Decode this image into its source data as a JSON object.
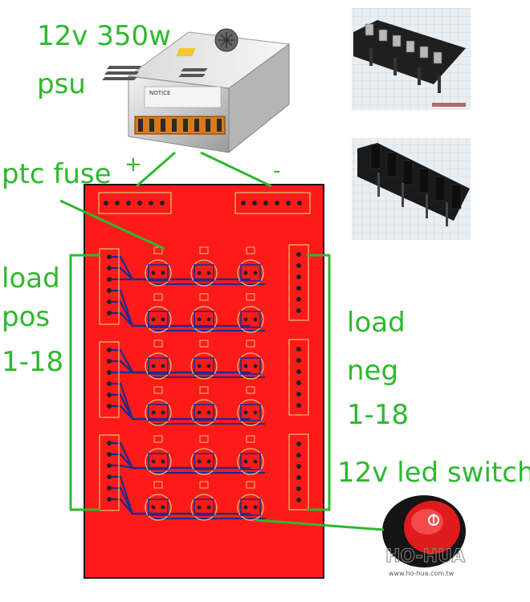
{
  "labels": {
    "psu_title": "12v 350w",
    "psu_sub": "psu",
    "plus": "+",
    "minus": "-",
    "ptc": "ptc fuse",
    "load_pos_1": "load",
    "load_pos_2": "pos",
    "load_pos_3": "1-18",
    "load_neg_1": "load",
    "load_neg_2": "neg",
    "load_neg_3": "1-18",
    "switch": "12v led switch"
  },
  "photos": {
    "psu_notice": "NOTICE",
    "switch_brand": "HO-HUA",
    "switch_url": "www.ho-hua.com.tw"
  },
  "colors": {
    "label_green": "#2eb82e",
    "pcb_red": "#ff1a1a",
    "trace_blue": "#1f2a8c"
  },
  "board": {
    "fuse_rows": 6,
    "fuse_cols": 3,
    "pos_terminal_groups": 3,
    "neg_terminal_groups": 3
  }
}
